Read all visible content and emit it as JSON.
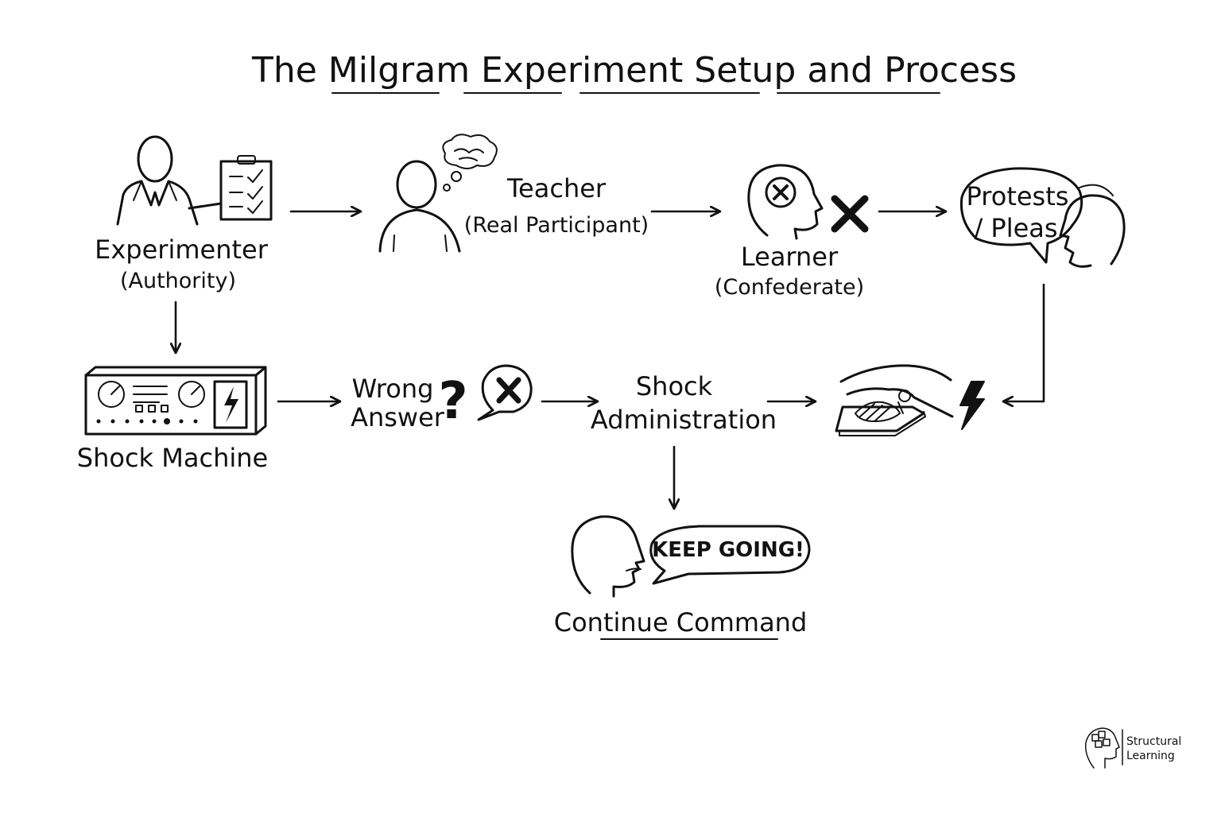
{
  "title": "The Milgram Experiment Setup and Process",
  "nodes": {
    "experimenter": {
      "label": "Experimenter",
      "sub": "(Authority)"
    },
    "teacher": {
      "label": "Teacher",
      "sub": "(Real Participant)"
    },
    "learner": {
      "label": "Learner",
      "sub": "(Confederate)"
    },
    "protests": {
      "line1": "Protests",
      "line2": "/ Pleas"
    },
    "shock_machine": {
      "label": "Shock Machine"
    },
    "wrong_answer": {
      "line1": "Wrong",
      "line2": "Answer",
      "mark": "?"
    },
    "shock_administration": {
      "line1": "Shock",
      "line2": "Administration"
    },
    "continue_command": {
      "label": "Continue Command",
      "bubble": "KEEP GOING!"
    }
  },
  "brand": {
    "line1": "Structural",
    "line2": "Learning"
  }
}
